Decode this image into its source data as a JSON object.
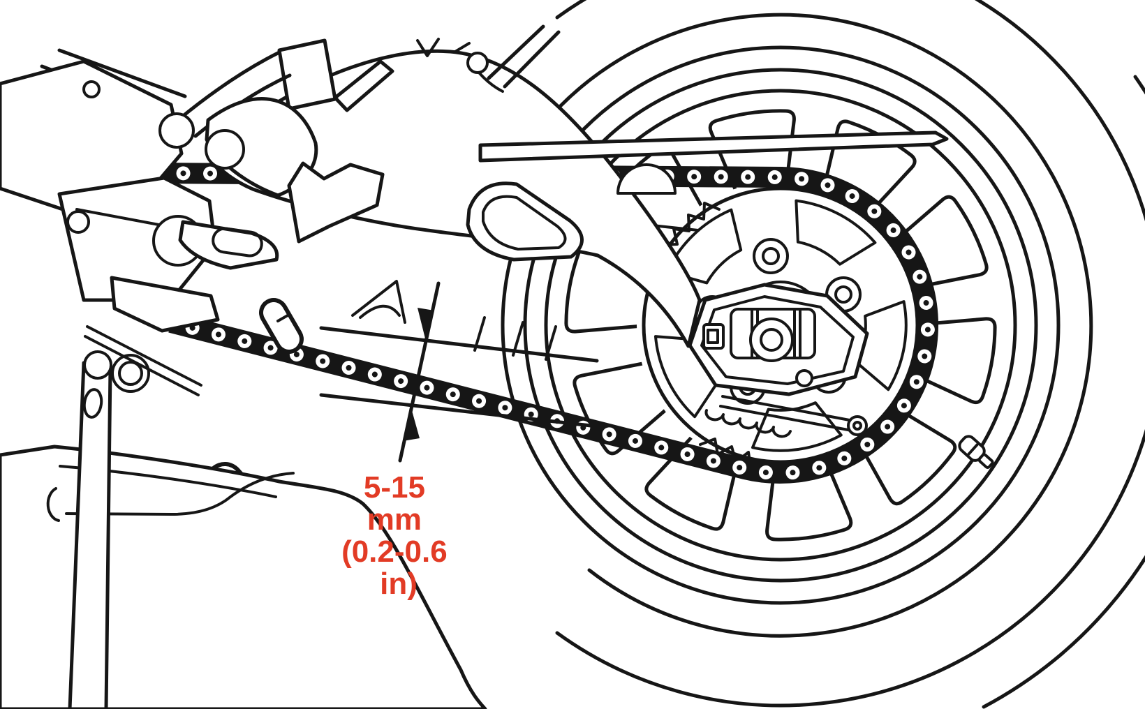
{
  "colors": {
    "background": "#ffffff",
    "ink": "#161616",
    "annotation_red": "#e23b25"
  },
  "annotation": {
    "lines": [
      "5-15",
      "mm",
      "(0.2-0.6",
      "in)"
    ],
    "full_text": "5-15 mm (0.2-0.6 in)"
  },
  "dimension": {
    "slack_min_mm": 5,
    "slack_max_mm": 15,
    "slack_min_in": 0.2,
    "slack_max_in": 0.6
  }
}
